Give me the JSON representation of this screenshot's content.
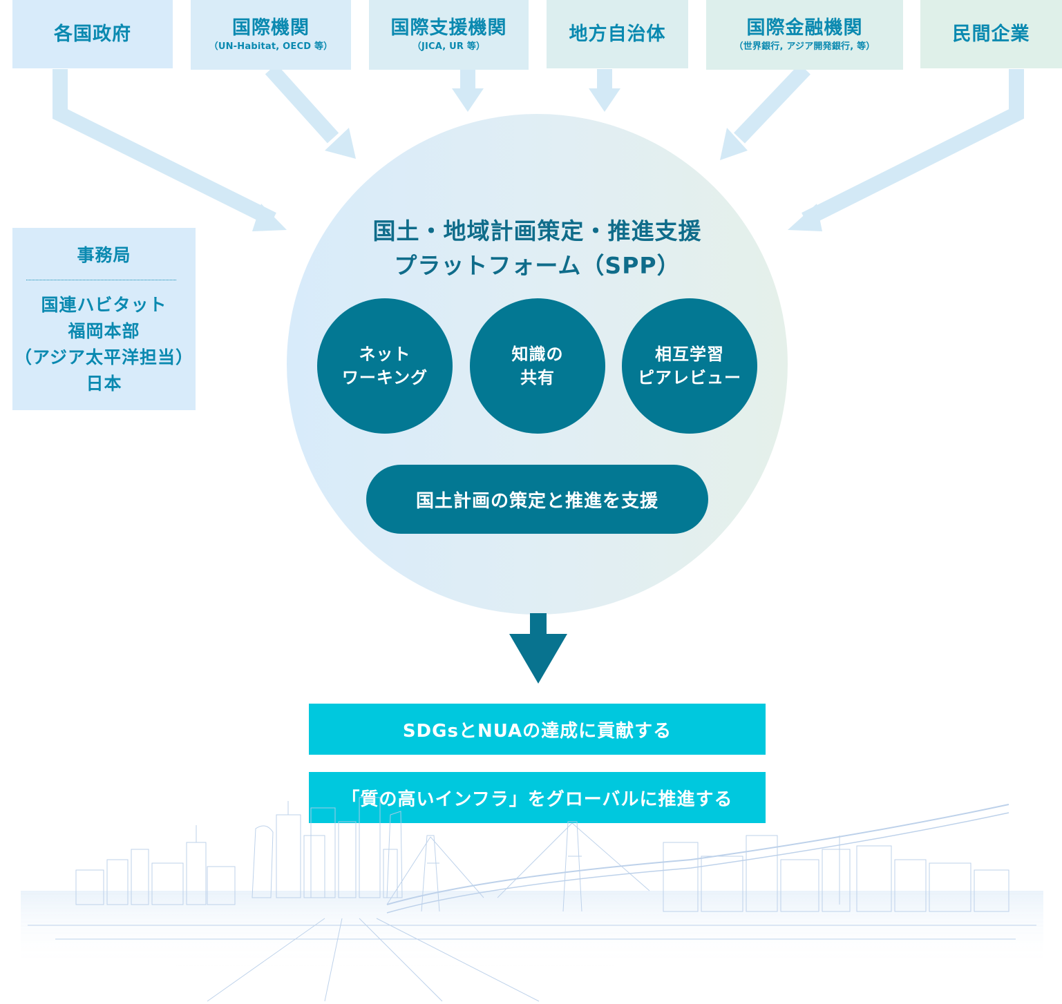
{
  "stakeholders": [
    {
      "name": "各国政府",
      "sub": ""
    },
    {
      "name": "国際機関",
      "sub": "（UN-Habitat, OECD 等）"
    },
    {
      "name": "国際支援機関",
      "sub": "（JICA, UR 等）"
    },
    {
      "name": "地方自治体",
      "sub": ""
    },
    {
      "name": "国際金融機関",
      "sub": "（世界銀行, アジア開発銀行, 等）"
    },
    {
      "name": "民間企業",
      "sub": ""
    }
  ],
  "platform": {
    "title_line1": "国土・地域計画策定・推進支援",
    "title_line2": "プラットフォーム（SPP）"
  },
  "pillars": [
    {
      "line1": "ネット",
      "line2": "ワーキング"
    },
    {
      "line1": "知識の",
      "line2": "共有"
    },
    {
      "line1": "相互学習",
      "line2": "ピアレビュー"
    }
  ],
  "support": "国土計画の策定と推進を支援",
  "secretariat": {
    "label": "事務局",
    "line1": "国連ハビタット",
    "line2": "福岡本部",
    "line3": "（アジア太平洋担当）",
    "line4": "日本"
  },
  "goals": [
    "SDGsとNUAの達成に貢献する",
    "「質の高いインフラ」をグローバルに推進する"
  ],
  "colors": {
    "stakeholder_text": "#0a89b0",
    "platform_title": "#0f6c8a",
    "pillar_fill": "#037893",
    "goal_fill": "#00c8de",
    "arrow_light": "#d3e9f6",
    "arrow_dark": "#08738f"
  }
}
